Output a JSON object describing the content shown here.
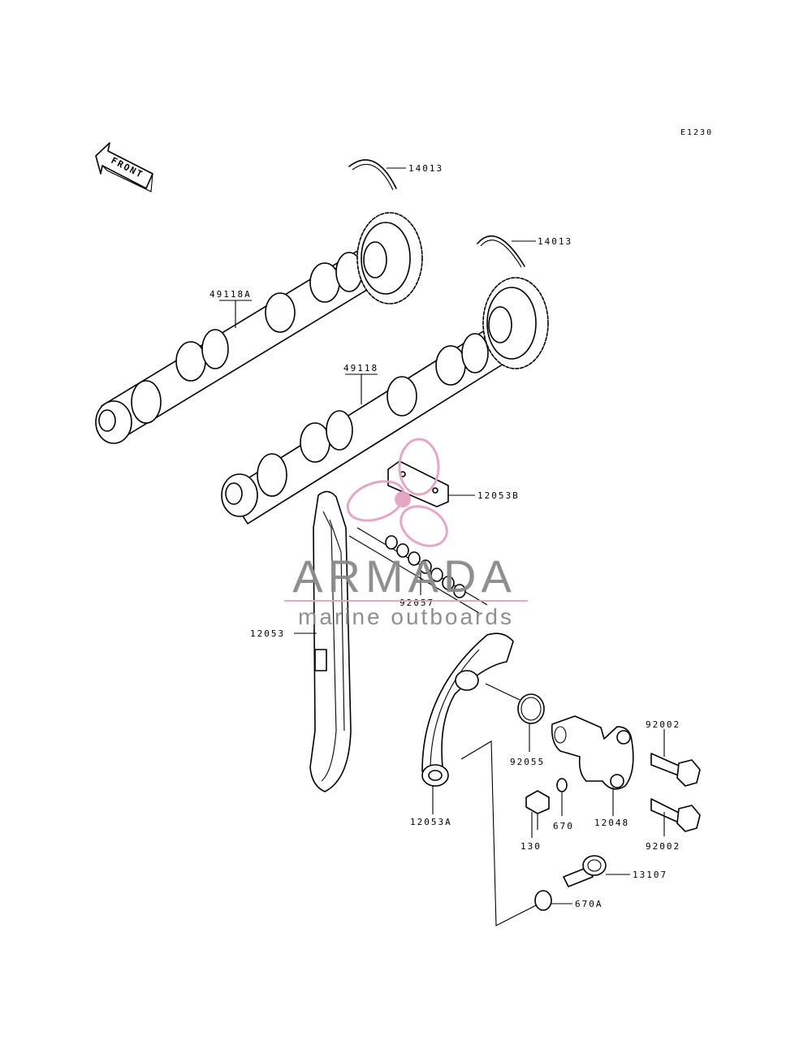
{
  "diagram": {
    "code": "E1230",
    "front_label": "FRONT",
    "labels": {
      "ring_upper": "14013",
      "ring_right": "14013",
      "camshaft_a": "49118A",
      "camshaft_b": "49118",
      "guide_b": "12053B",
      "chain": "92057",
      "guide_left": "12053",
      "oring_92055": "92055",
      "guide_a": "12053A",
      "bolt_top": "92002",
      "bolt_bottom": "92002",
      "tensioner": "12048",
      "bolt_130": "130",
      "oring_670": "670",
      "plug": "13107",
      "oring_670a": "670A"
    }
  },
  "watermark": {
    "brand": "ARMADA",
    "tagline": "marine outboards",
    "colors": {
      "accent": "#e3a4c4",
      "text": "#8a8a8a"
    }
  }
}
